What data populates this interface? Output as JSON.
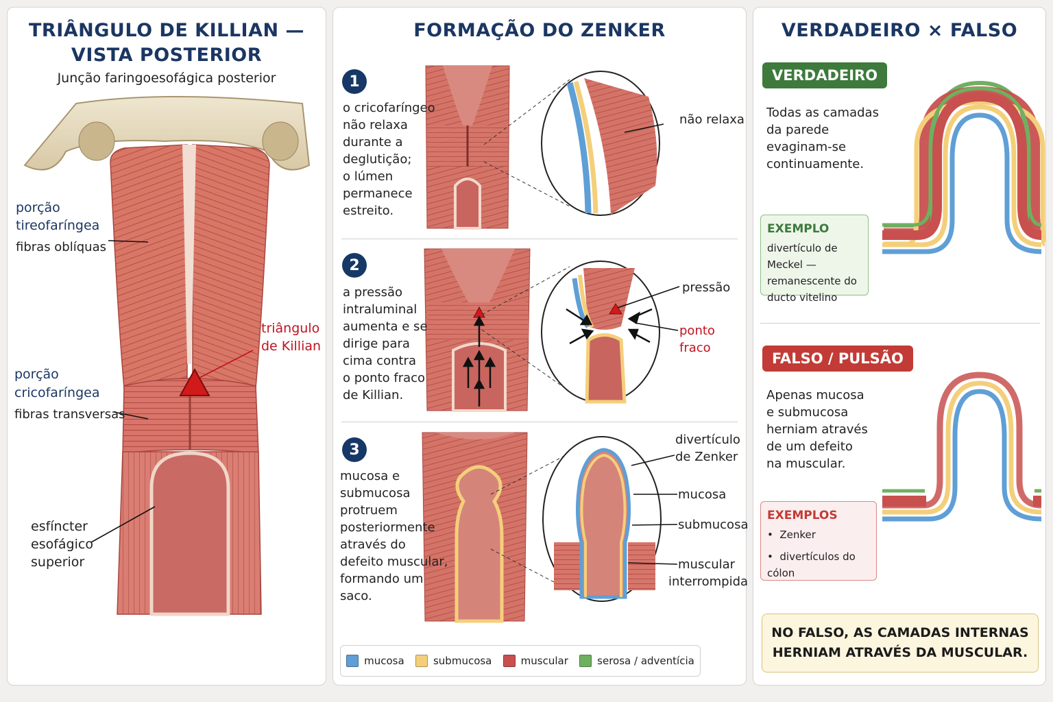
{
  "colors": {
    "mucosa": "#5f9fd6",
    "submucosa": "#f4cf7b",
    "muscular": "#c8504f",
    "serosa": "#6fb060",
    "navy": "#1b3663",
    "red_label": "#c1121f"
  },
  "panel1": {
    "title_line1": "TRIÂNGULO DE KILLIAN —",
    "title_line2": "VISTA POSTERIOR",
    "subtitle": "Junção faringoesofágica posterior",
    "label_tireo_1": "porção",
    "label_tireo_2": "tireofaríngea",
    "label_tireo_3": "fibras oblíquas",
    "label_killian_1": "triângulo",
    "label_killian_2": "de Killian",
    "label_crico_1": "porção",
    "label_crico_2": "cricofaríngea",
    "label_crico_3": "fibras transversas",
    "label_esf_1": "esfíncter",
    "label_esf_2": "esofágico",
    "label_esf_3": "superior"
  },
  "panel2": {
    "title": "FORMAÇÃO DO ZENKER",
    "steps": [
      {
        "num": "1",
        "text": [
          "o cricofaríngeo",
          "não relaxa",
          "durante a",
          "deglutição;",
          "o lúmen",
          "permanece",
          "estreito."
        ],
        "callouts": [
          "não relaxa"
        ]
      },
      {
        "num": "2",
        "text": [
          "a pressão",
          "intraluminal",
          "aumenta e se",
          "dirige para",
          "cima contra",
          "o ponto fraco",
          "de Killian."
        ],
        "callouts": [
          "pressão",
          "ponto fraco"
        ]
      },
      {
        "num": "3",
        "text": [
          "mucosa e",
          "submucosa",
          "protruem",
          "posteriormente",
          "através do",
          "defeito muscular,",
          "formando um",
          "saco."
        ],
        "callouts": [
          "divertículo",
          "de Zenker",
          "mucosa",
          "submucosa",
          "muscular",
          "interrompida"
        ]
      }
    ],
    "legend": [
      "mucosa",
      "submucosa",
      "muscular",
      "serosa / adventícia"
    ]
  },
  "panel3": {
    "title": "VERDADEIRO × FALSO",
    "true_badge": "VERDADEIRO",
    "true_text": [
      "Todas as camadas",
      "da parede",
      "evaginam-se",
      "continuamente."
    ],
    "true_example_title": "EXEMPLO",
    "true_example_lines": [
      "divertículo de Meckel —",
      "remanescente do",
      "ducto vitelino"
    ],
    "false_badge": "FALSO / PULSÃO",
    "false_text": [
      "Apenas mucosa",
      "e submucosa",
      "herniam através",
      "de um defeito",
      "na muscular."
    ],
    "false_example_title": "EXEMPLOS",
    "false_example_items": [
      "Zenker",
      "divertículos do cólon"
    ],
    "note_line1": "NO FALSO, AS CAMADAS INTERNAS",
    "note_line2": "HERNIAM ATRAVÉS DA MUSCULAR."
  }
}
